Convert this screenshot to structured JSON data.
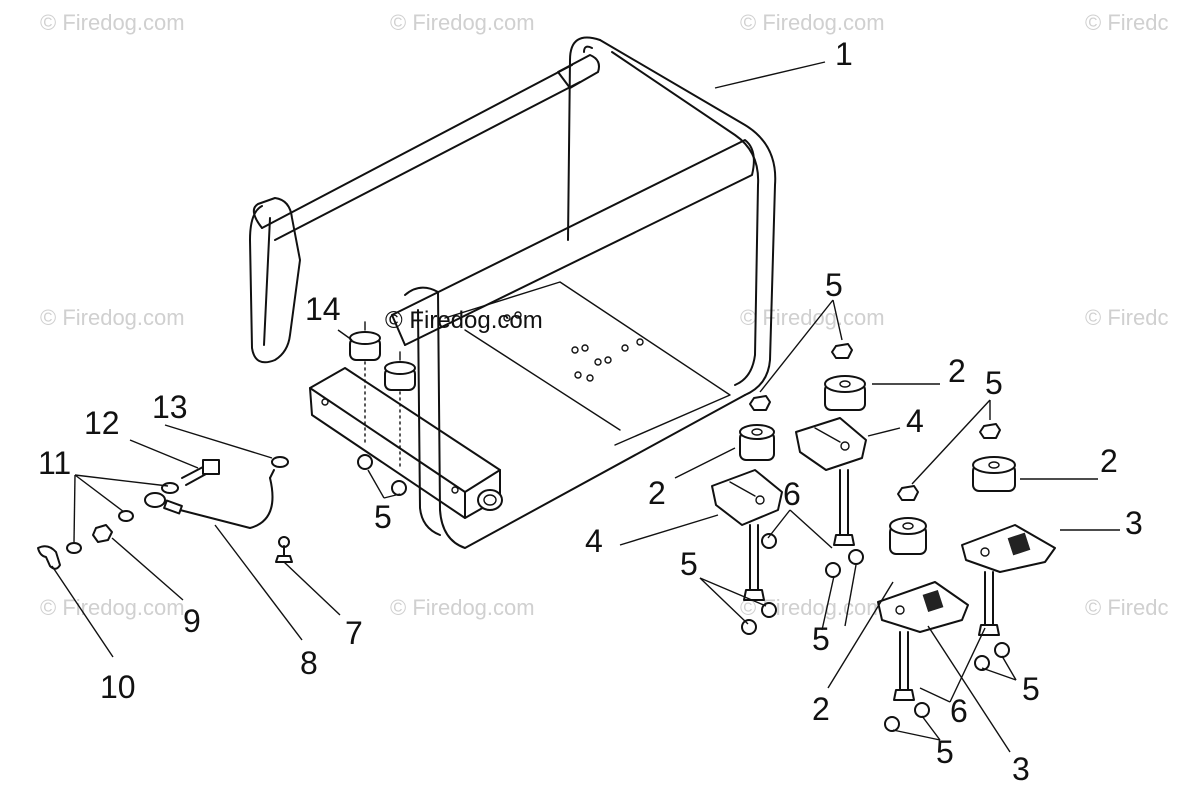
{
  "watermark": {
    "text": "© Firedog.com",
    "center_text": "© Firedog.com",
    "edge_text": "© Firedc"
  },
  "callouts": {
    "c1": "1",
    "c2a": "2",
    "c2b": "2",
    "c2c": "2",
    "c2d": "2",
    "c3a": "3",
    "c3b": "3",
    "c4a": "4",
    "c4b": "4",
    "c5a": "5",
    "c5b": "5",
    "c5c": "5",
    "c5d": "5",
    "c5e": "5",
    "c5f": "5",
    "c5g": "5",
    "c6a": "6",
    "c6b": "6",
    "c7": "7",
    "c8": "8",
    "c9": "9",
    "c10": "10",
    "c11": "11",
    "c12": "12",
    "c13": "13",
    "c14": "14"
  },
  "colors": {
    "ink": "#111111",
    "watermark": "#d0d0d0",
    "paper": "#ffffff"
  }
}
